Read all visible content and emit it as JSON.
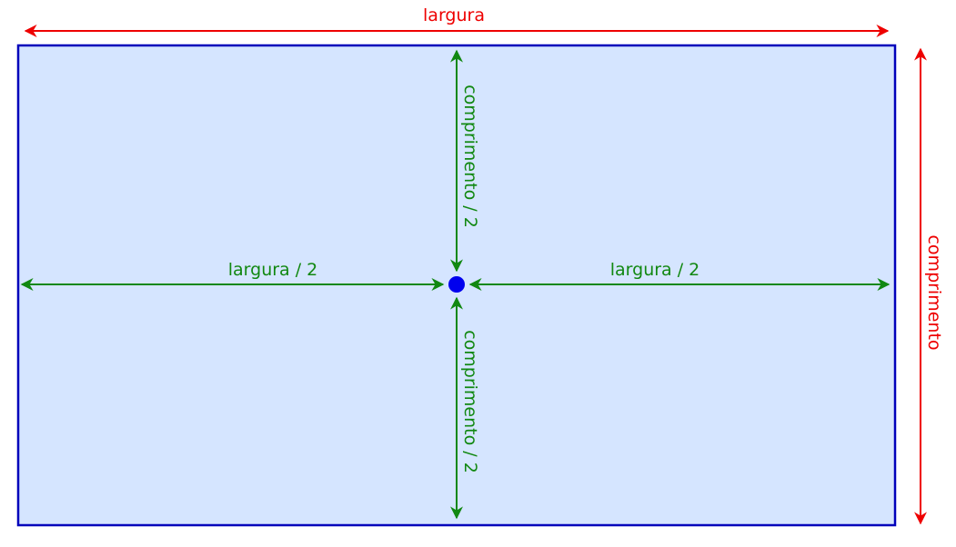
{
  "labels": {
    "total_width": "largura",
    "total_length": "comprimento",
    "half_width_left": "largura / 2",
    "half_width_right": "largura / 2",
    "half_length_top": "comprimento / 2",
    "half_length_bottom": "comprimento / 2"
  },
  "colors": {
    "outer_dimension": "#ee0000",
    "inner_dimension": "#118811",
    "rect_fill": "#d5e5ff",
    "rect_stroke": "#0000bb",
    "center_point": "#0000ee"
  }
}
